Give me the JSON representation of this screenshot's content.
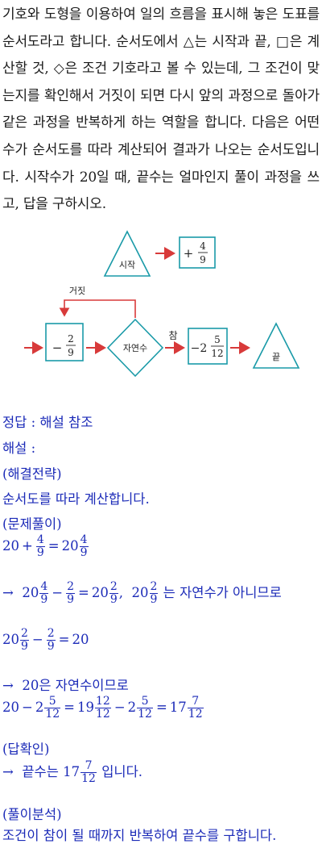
{
  "problem": {
    "text": "기호와 도형을 이용하여 일의 흐름을 표시해 놓은 도표를 순서도라고 합니다. 순서도에서 △는 시작과 끝, □은 계산할 것, ◇은 조건 기호라고 볼 수 있는데, 그 조건이 맞는지를 확인해서 거짓이 되면 다시 앞의 과정으로 돌아가 같은 과정을 반복하게 하는 역할을 합니다. 다음은 어떤 수가 순서도를 따라 계산되어 결과가 나오는 순서도입니다. 시작수가 20일 때, 끝수는 얼마인지 풀이 과정을 쓰고, 답을 구하시오."
  },
  "flowchart": {
    "start_label": "시작",
    "add_box": {
      "sign": "+",
      "num": "4",
      "den": "9"
    },
    "false_label": "거짓",
    "sub_box": {
      "sign": "−",
      "num": "2",
      "den": "9"
    },
    "condition_label": "자연수",
    "true_label": "참",
    "final_box": {
      "prefix": "−2",
      "num": "5",
      "den": "12"
    },
    "end_label": "끝",
    "colors": {
      "arrow": "#d83a3a",
      "shape": "#1a9aa8"
    }
  },
  "solution": {
    "answer_line": "정답 : 해설 참조",
    "explain_label": "해설 :",
    "strategy_heading": "(해결전략)",
    "strategy_text": "순서도를 따라 계산합니다.",
    "work_heading": "(문제풀이)",
    "eq1": {
      "a": "20",
      "op": "+",
      "f_num": "4",
      "f_den": "9",
      "eq": "=",
      "r_whole": "20",
      "r_num": "4",
      "r_den": "9"
    },
    "eq2": {
      "arrow": "→",
      "a_whole": "20",
      "a_num": "4",
      "a_den": "9",
      "op": "−",
      "b_num": "2",
      "b_den": "9",
      "eq": "=",
      "r_whole": "20",
      "r_num": "2",
      "r_den": "9",
      "comma": ",",
      "c_whole": "20",
      "c_num": "2",
      "c_den": "9",
      "text": "는 자연수가 아니므로"
    },
    "eq3": {
      "a_whole": "20",
      "a_num": "2",
      "a_den": "9",
      "op": "−",
      "b_num": "2",
      "b_den": "9",
      "eq": "=",
      "r": "20"
    },
    "eq4": {
      "arrow": "→",
      "text": "20은 자연수이므로"
    },
    "eq5": {
      "a": "20",
      "op": "−",
      "b_whole": "2",
      "b_num": "5",
      "b_den": "12",
      "eq1": "=",
      "c_whole": "19",
      "c_num": "12",
      "c_den": "12",
      "op2": "−",
      "d_whole": "2",
      "d_num": "5",
      "d_den": "12",
      "eq2": "=",
      "r_whole": "17",
      "r_num": "7",
      "r_den": "12"
    },
    "check_heading": "(답확인)",
    "check": {
      "arrow": "→",
      "pre": "끝수는",
      "whole": "17",
      "num": "7",
      "den": "12",
      "post": "입니다."
    },
    "analysis_heading": "(풀이분석)",
    "analysis_text": "조건이 참이 될 때까지 반복하여 끝수를 구합니다."
  }
}
